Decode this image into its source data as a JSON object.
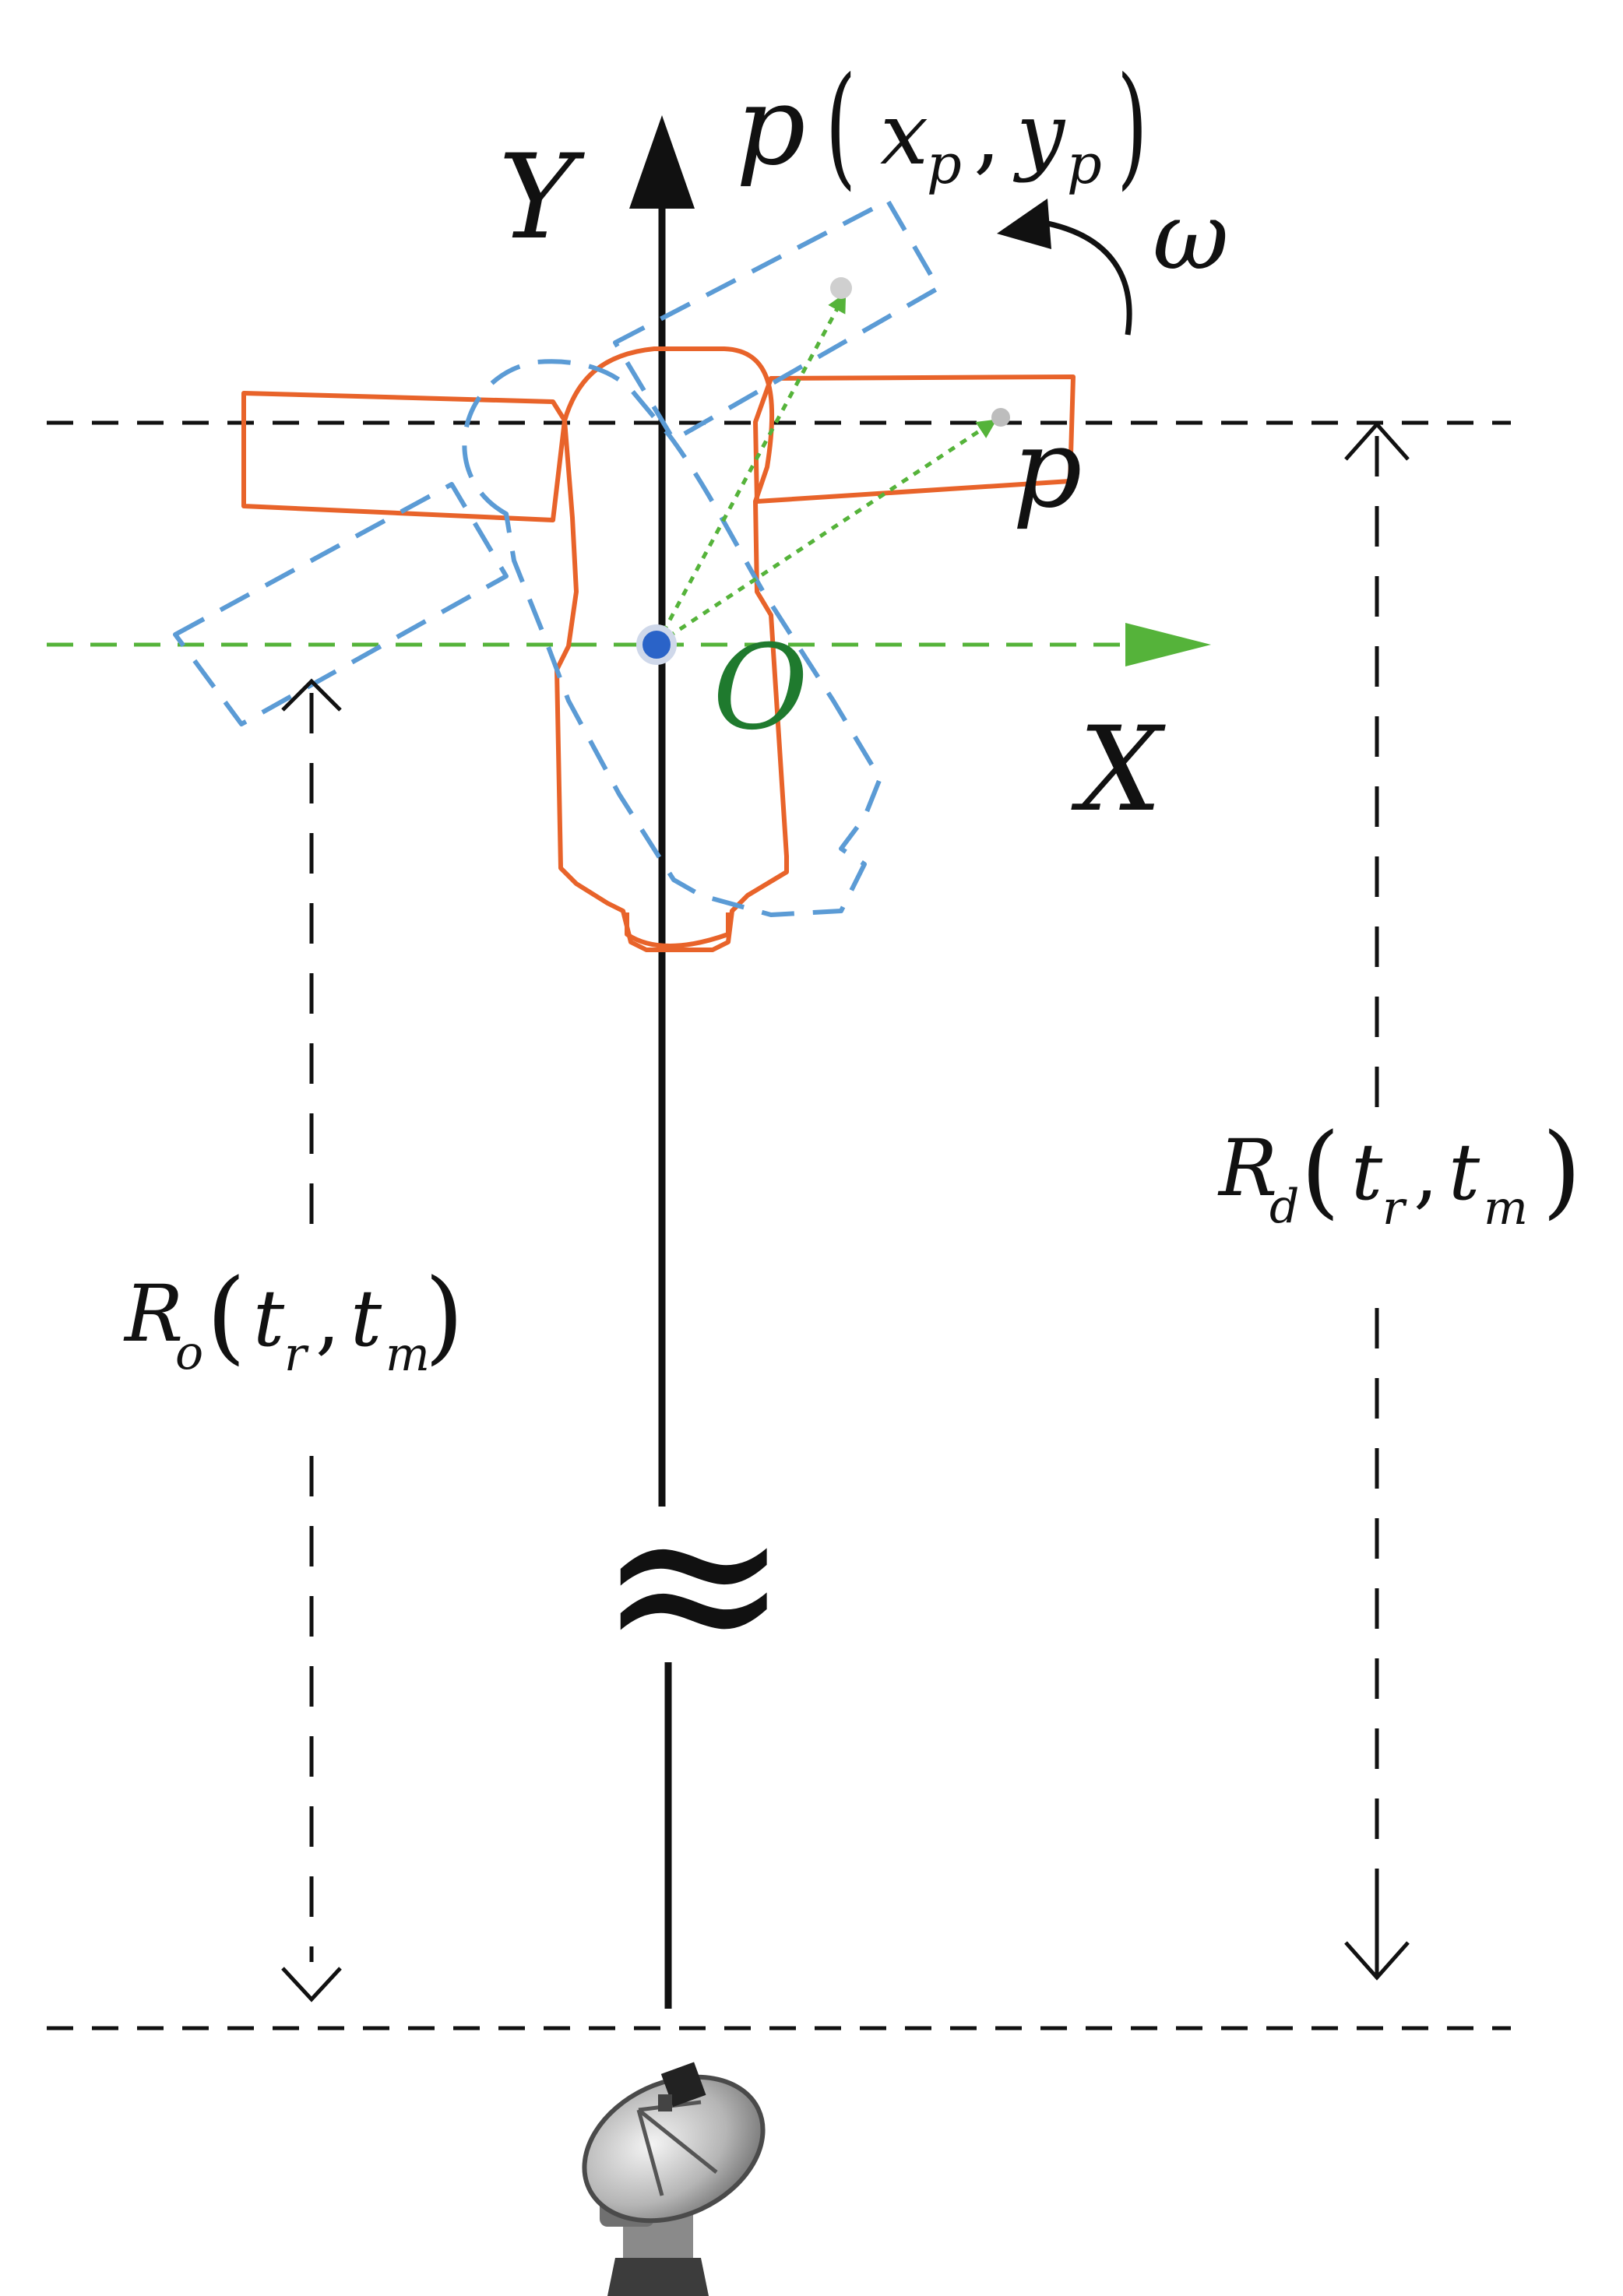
{
  "colors": {
    "black": "#111111",
    "orange": "#e8632a",
    "blue": "#5b9bd5",
    "green": "#55b33a",
    "origin_label": "#1f7a2e",
    "origin_dot": "#2a63c8"
  },
  "labels": {
    "y_axis": "Y",
    "x_axis": "X",
    "origin": "O",
    "omega": "ω",
    "point": "p",
    "point_coord": {
      "p": "p",
      "open": "(",
      "x": "x",
      "x_sub": "p",
      "comma": ",",
      "y": "y",
      "y_sub": "p",
      "close": ")"
    },
    "break_symbol": "≈",
    "rd": {
      "R": "R",
      "sub": "d",
      "open": "(",
      "t1": "t",
      "t1_sub": "r",
      "comma": ",",
      "t2": "t",
      "t2_sub": "m",
      "close": ")"
    },
    "ro": {
      "R": "R",
      "sub": "o",
      "open": "(",
      "t1": "t",
      "t1_sub": "r",
      "comma": ",",
      "t2": "t",
      "t2_sub": "m",
      "close": ")"
    }
  },
  "icons": {
    "radar": "radar-dish-icon"
  }
}
